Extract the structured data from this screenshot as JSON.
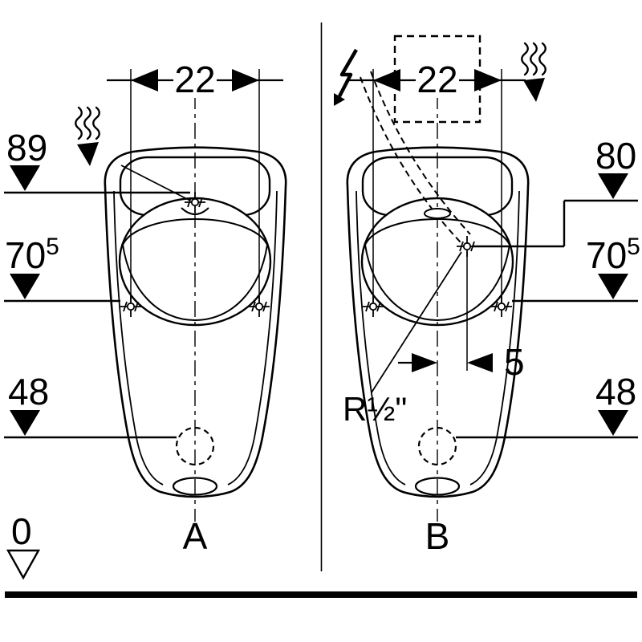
{
  "colors": {
    "line": "#000000",
    "background": "#ffffff"
  },
  "dimensions": {
    "width_a": "22",
    "width_b": "22",
    "offset_b": "5",
    "radius_b": "R½\""
  },
  "levels_left": [
    {
      "label": "89",
      "sup": ""
    },
    {
      "label": "70",
      "sup": "5"
    },
    {
      "label": "48",
      "sup": ""
    },
    {
      "label": "0",
      "sup": ""
    }
  ],
  "levels_right": [
    {
      "label": "80",
      "sup": ""
    },
    {
      "label": "70",
      "sup": "5"
    },
    {
      "label": "48",
      "sup": ""
    }
  ],
  "variants": {
    "a": "A",
    "b": "B"
  },
  "icons": {
    "odour_left": "steam-down-arrow",
    "odour_right": "steam-down-arrow",
    "electric": "lightning-bolt"
  }
}
